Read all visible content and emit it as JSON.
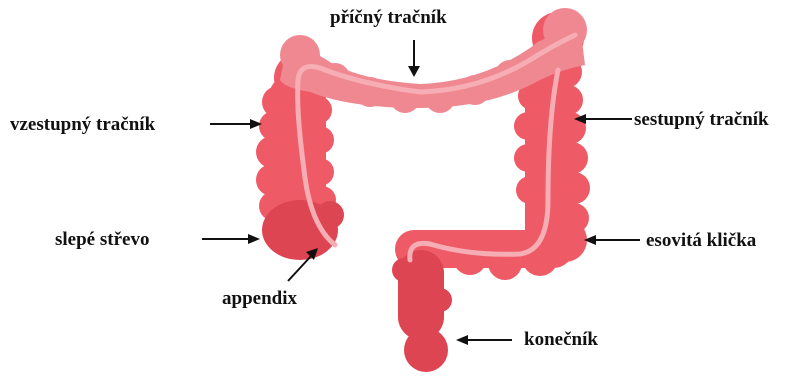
{
  "colors": {
    "colon_main": "#ee5a66",
    "colon_dark": "#dd4553",
    "transverse": "#f08891",
    "inner_line": "#f6adb3",
    "arrow": "#111111",
    "text": "#111111"
  },
  "labels": {
    "transverse": "příčný tračník",
    "ascending": "vzestupný tračník",
    "descending": "sestupný tračník",
    "cecum": "slepé střevo",
    "sigmoid": "esovitá klička",
    "appendix": "appendix",
    "rectum": "konečník"
  }
}
